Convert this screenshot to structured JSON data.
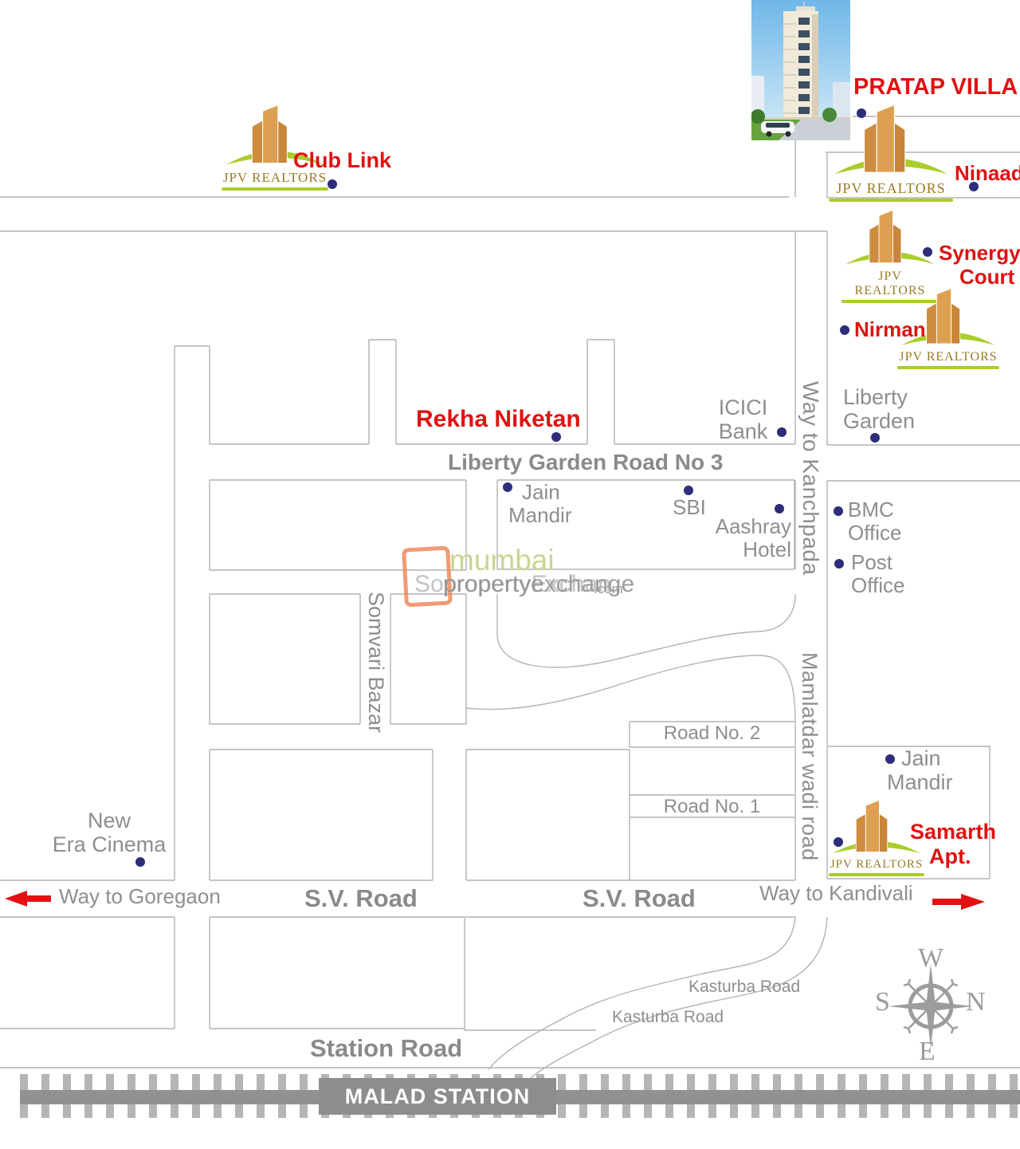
{
  "branding": {
    "logo_text": "JPV REALTORS"
  },
  "projects": {
    "pratap_villa": "PRATAP VILLA",
    "club_link": "Club Link",
    "ninaad": "Ninaad",
    "synergy_court": {
      "line1": "Synergy",
      "line2": "Court"
    },
    "nirman": "Nirman",
    "rekha_niketan": "Rekha Niketan",
    "samarth_apt": {
      "line1": "Samarth",
      "line2": "Apt."
    }
  },
  "landmarks": {
    "icici_bank": {
      "line1": "ICICI",
      "line2": "Bank"
    },
    "liberty_garden": {
      "line1": "Liberty",
      "line2": "Garden"
    },
    "jain_mandir_north": {
      "line1": "Jain",
      "line2": "Mandir"
    },
    "sbi": "SBI",
    "aashray_hotel": {
      "line1": "Aashray",
      "line2": "Hotel"
    },
    "bmc_office": {
      "line1": "BMC",
      "line2": "Office"
    },
    "post_office": {
      "line1": "Post",
      "line2": "Office"
    },
    "jain_mandir_south": {
      "line1": "Jain",
      "line2": "Mandir"
    },
    "new_era_cinema": {
      "line1": "New",
      "line2": "Era Cinema"
    }
  },
  "roads": {
    "liberty_garden_road": "Liberty Garden Road No 3",
    "way_to_kanchpada": "Way to Kanchpada",
    "mamlatdar_wadi": "Mamlatdar wadi road",
    "somvari_bazar": "Somvari Bazar",
    "road_no_2": "Road No. 2",
    "road_no_1": "Road No. 1",
    "sv_road_west": "S.V. Road",
    "sv_road_east": "S.V. Road",
    "way_to_goregaon": "Way to Goregaon",
    "way_to_kandivali": "Way to Kandivali",
    "kasturba_upper": "Kasturba Road",
    "kasturba_lower": "Kasturba Road",
    "station_road": "Station Road"
  },
  "station": {
    "banner": "MALAD STATION"
  },
  "compass": {
    "top": "W",
    "left": "S",
    "right": "N",
    "bottom": "E"
  },
  "watermark": {
    "brand": "mumbai",
    "overlay": "SopropertyExchan",
    "domain": "propertyexchange",
    "tld": ".com"
  },
  "colors": {
    "project_red": "#e01212",
    "label_gray": "#8e8e8e",
    "dot_navy": "#2d2d7a",
    "road_line": "#b2b2b2",
    "logo_gold": "#9a7a26",
    "logo_green": "#a9cd2b",
    "arrow_red": "#e31212"
  }
}
